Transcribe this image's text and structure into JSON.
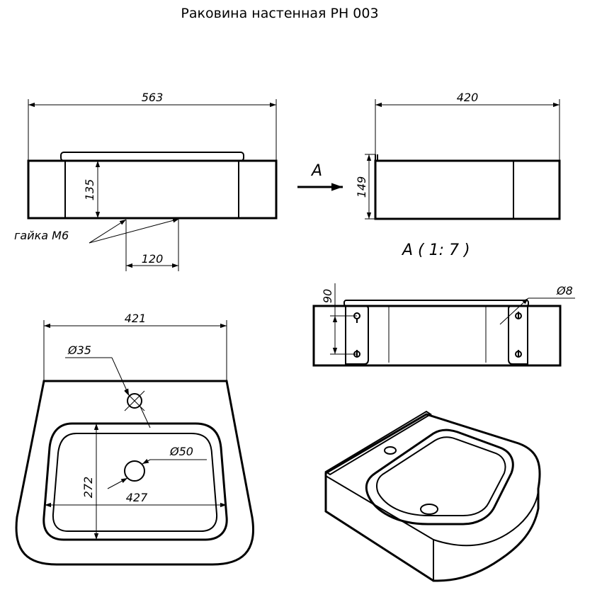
{
  "title": "Раковина настенная  РН 003",
  "front_view": {
    "width_label": "563",
    "height_label": "135",
    "nut_label": "гайка М6",
    "nut_spacing_label": "120"
  },
  "side_view": {
    "width_label": "420",
    "height_label": "149",
    "arrow_label": "А"
  },
  "view_a": {
    "caption": "А ( 1: 7 )",
    "height_label": "90",
    "hole_label": "Ø8"
  },
  "top_view": {
    "width_label": "421",
    "tap_hole_label": "Ø35",
    "drain_hole_label": "Ø50",
    "bowl_depth_label": "272",
    "bowl_width_label": "427"
  },
  "colors": {
    "line": "#000000",
    "background": "#ffffff"
  }
}
